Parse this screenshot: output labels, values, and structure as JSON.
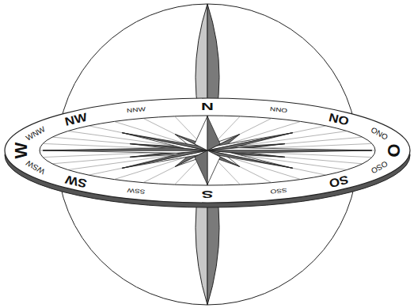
{
  "diagram": {
    "labels": [
      "N",
      "NNO",
      "NO",
      "ONO",
      "O",
      "OSO",
      "SO",
      "SSO",
      "S",
      "SSW",
      "SW",
      "WSW",
      "W",
      "WNW",
      "NW",
      "NNW"
    ]
  }
}
